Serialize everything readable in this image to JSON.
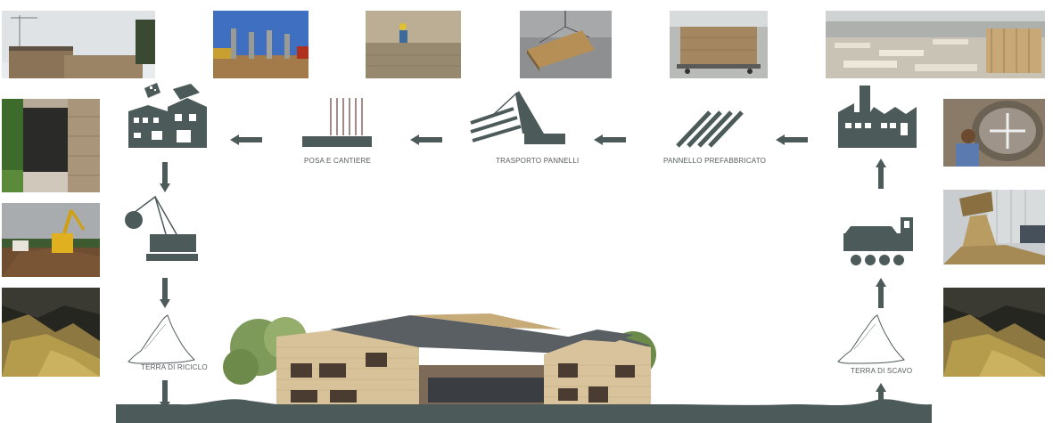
{
  "diagram": {
    "labels": {
      "posa": "POSA E CANTIERE",
      "trasporto": "TRASPORTO PANNELLI",
      "pannello": "PANNELLO PREFABBRICATO",
      "terra_riciclo": "TERRA DI RICICLO",
      "terra_scavo": "TERRA DI SCAVO"
    },
    "colors": {
      "icon": "#4d5a5a",
      "ground": "#4d5a5a",
      "label": "#555c5c"
    },
    "icons": [
      "buildings-icon",
      "crane-pile-driver-icon",
      "crane-truck-icon",
      "panels-stack-icon",
      "factory-icon",
      "dump-truck-icon",
      "earth-pile-icon"
    ]
  }
}
